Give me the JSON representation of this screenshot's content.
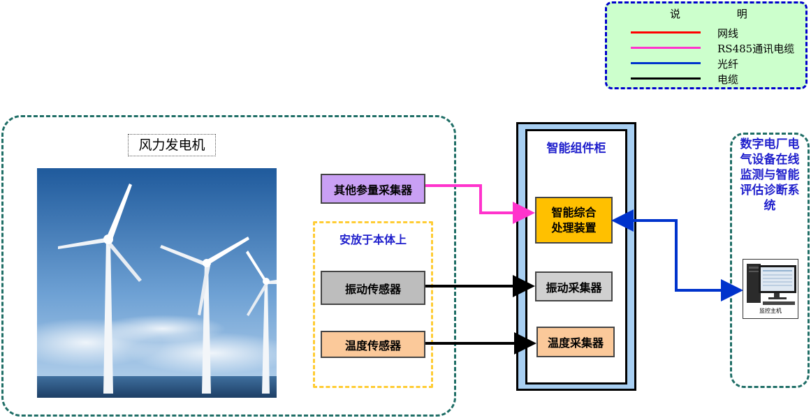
{
  "legend": {
    "title": "说 明",
    "items": [
      {
        "label": "网线",
        "color": "#ff0000"
      },
      {
        "label": "RS485通讯电缆",
        "color": "#ff33cc"
      },
      {
        "label": "光纤",
        "color": "#0033cc"
      },
      {
        "label": "电缆",
        "color": "#000000"
      }
    ]
  },
  "turbine_group": {
    "title": "风力发电机",
    "mount_label": "安放于本体上"
  },
  "nodes": {
    "other_collector": "其他参量采集器",
    "vibration_sensor": "振动传感器",
    "temperature_sensor": "温度传感器",
    "processor": "智能综合处理装置",
    "vibration_collector": "振动采集器",
    "temperature_collector": "温度采集器"
  },
  "cabinet": {
    "title": "智能组件柜"
  },
  "diagnosis_system": {
    "title": "数字电厂电气设备在线监测与智能评估诊断系统",
    "monitor_label": "监控主机"
  },
  "colors": {
    "group_border": "#1f6e66",
    "mount_border": "#ffcc33",
    "title_blue": "#1f1fcc",
    "cabinet_fill": "#a8cff2",
    "legend_fill": "#ccffcc"
  }
}
